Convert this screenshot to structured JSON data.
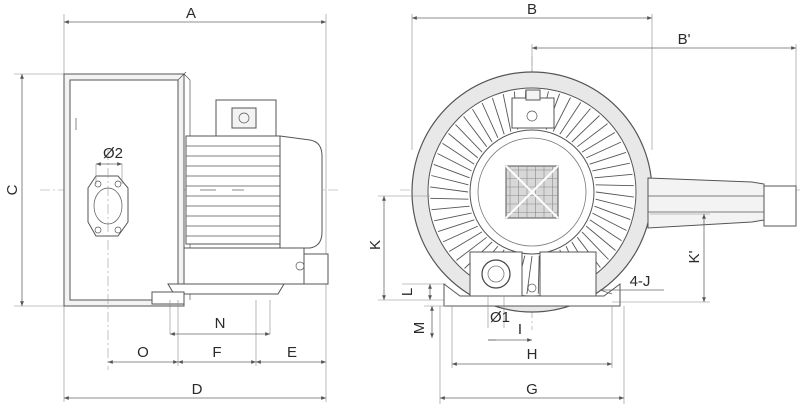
{
  "side_view": {
    "labels": {
      "A": "A",
      "C": "C",
      "D": "D",
      "O": "O",
      "F": "F",
      "E": "E",
      "N": "N",
      "phi2": "Ø2"
    }
  },
  "front_view": {
    "labels": {
      "B": "B",
      "B_prime": "B'",
      "K": "K",
      "K_prime": "K'",
      "L": "L",
      "M": "M",
      "phi1": "Ø1",
      "I": "I",
      "H": "H",
      "G": "G",
      "J": "4-J"
    }
  }
}
